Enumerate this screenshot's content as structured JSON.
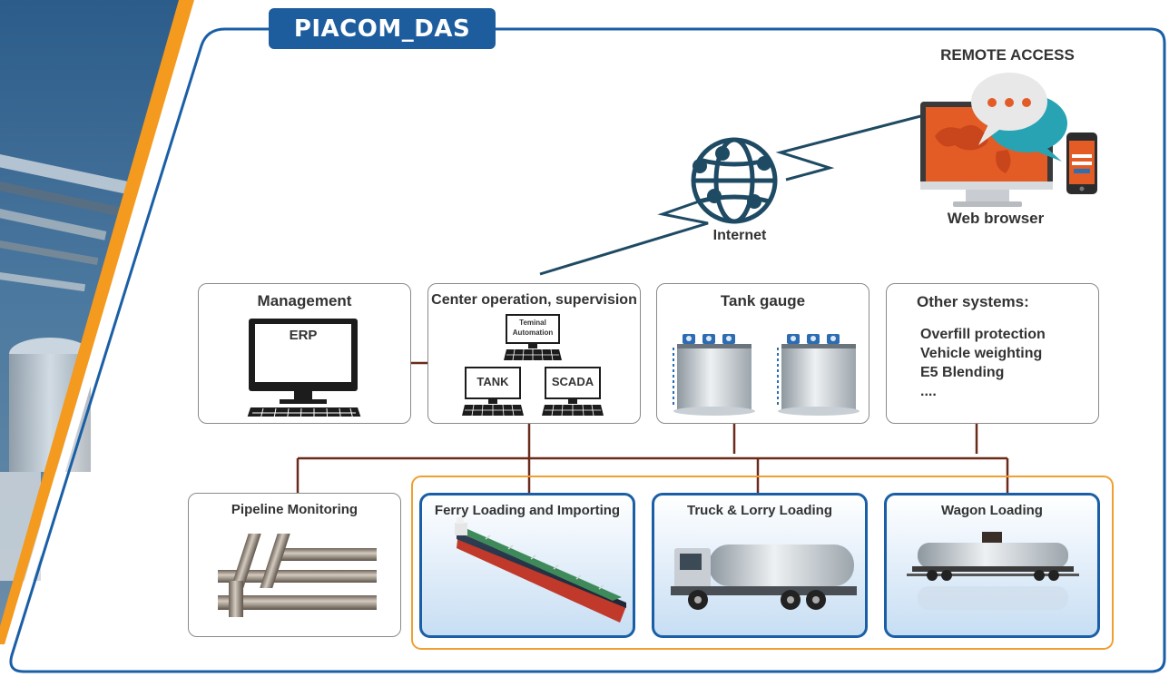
{
  "title": "PIACOM_DAS",
  "remote_access": {
    "heading": "REMOTE ACCESS",
    "web_browser_label": "Web browser",
    "internet_label": "Internet"
  },
  "systems": {
    "management": {
      "title": "Management",
      "erp_label": "ERP"
    },
    "center": {
      "title": "Center operation, supervision",
      "terminal_line1": "Teminal",
      "terminal_line2": "Automation",
      "tank_label": "TANK",
      "scada_label": "SCADA"
    },
    "tank_gauge": {
      "title": "Tank gauge"
    },
    "other": {
      "title": "Other systems:",
      "items": [
        "Overfill protection",
        "Vehicle weighting",
        "E5 Blending",
        "...."
      ]
    }
  },
  "loading": {
    "pipeline": "Pipeline Monitoring",
    "ferry": "Ferry Loading and Importing",
    "truck": "Truck & Lorry Loading",
    "wagon": "Wagon Loading"
  },
  "colors": {
    "brand_blue": "#1d5d9e",
    "frame_blue": "#1a5fa6",
    "connector": "#6b2a1a",
    "orange_group": "#f0a030",
    "accent_orange": "#f39a1f"
  }
}
